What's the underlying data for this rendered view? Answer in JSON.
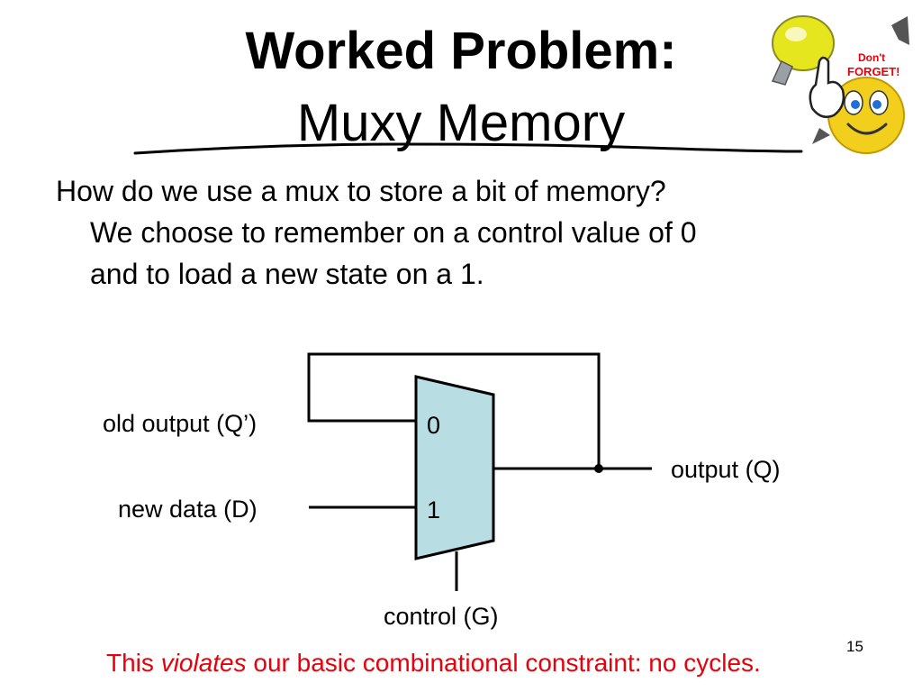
{
  "title": {
    "main": "Worked Problem:",
    "sub": "Muxy Memory"
  },
  "body": {
    "question": "How do we use a mux to store a bit of memory?",
    "line2": "We choose to remember on a control value of 0",
    "line3": "and to load a new state on a 1."
  },
  "diagram": {
    "input0_label": "old output (Q’)",
    "input1_label": "new data (D)",
    "output_label": "output (Q)",
    "control_label": "control (G)",
    "mux_port0": "0",
    "mux_port1": "1",
    "mux_fill": "#b8dde3"
  },
  "footnote": {
    "prefix": "This ",
    "emphasis": "violates",
    "suffix": " our basic combinational constraint: no cycles."
  },
  "page_number": "15",
  "sticker": {
    "text_top": "Don't",
    "text_bottom": "FORGET!",
    "icons": [
      "lightbulb-icon",
      "smiley-face-icon",
      "pointing-hand-icon"
    ]
  },
  "colors": {
    "footnote": "#e8000b",
    "sticker_text": "#e8000b"
  }
}
